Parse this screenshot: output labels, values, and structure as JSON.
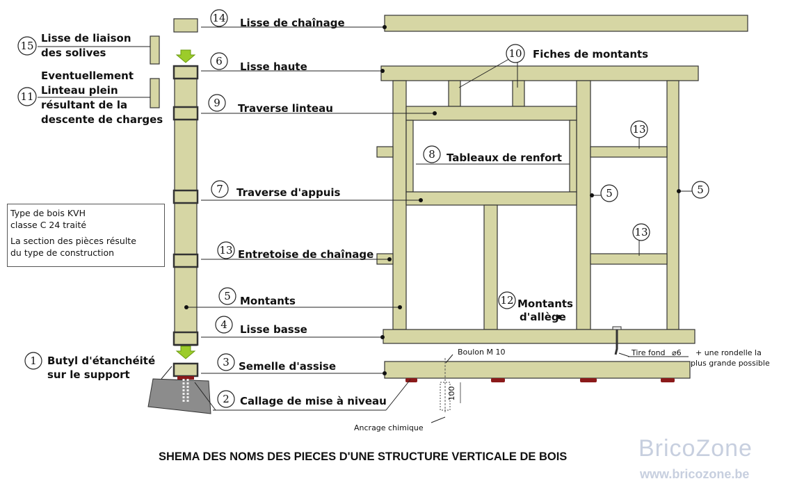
{
  "labels": {
    "l14": "Lisse de chaînage",
    "l15a": "Lisse de liaison",
    "l15b": "des solives",
    "l6": "Lisse haute",
    "l11a": "Eventuellement",
    "l11b": "Linteau plein",
    "l11c": "résultant de la",
    "l11d": "descente de charges",
    "l10": "Fiches de montants",
    "l9": "Traverse  linteau",
    "l8": "Tableaux de renfort",
    "l7": "Traverse d'appuis",
    "l13": "Entretoise de chaînage",
    "l5": "Montants",
    "l12a": "Montants",
    "l12b": "d'allège",
    "l4": "Lisse basse",
    "l3": "Semelle d'assise",
    "l1a": "Butyl d'étanchéité",
    "l1b": "sur le support",
    "l2": "Callage de mise à niveau",
    "boulon": "Boulon M 10",
    "tirefond_a": "Tire fond",
    "tirefond_phi": "⌀6",
    "tirefond_b": "+ une rondelle la",
    "tirefond_c": "plus grande possible",
    "ancrage": "Ancrage chimique",
    "dim100": "100"
  },
  "numbers": {
    "n1": "1",
    "n2": "2",
    "n3": "3",
    "n4": "4",
    "n5": "5",
    "n6": "6",
    "n7": "7",
    "n8": "8",
    "n9": "9",
    "n10": "10",
    "n11": "11",
    "n12": "12",
    "n13": "13",
    "n14": "14",
    "n15": "15"
  },
  "info": {
    "line1": "Type de bois KVH",
    "line2": "classe C 24 traité",
    "line3": "La section des pièces résulte",
    "line4": "du type de construction"
  },
  "title": "SHEMA DES NOMS DES PIECES D'UNE STRUCTURE VERTICALE  DE BOIS",
  "logo": {
    "name": "BricoZone",
    "url": "www.bricozone.be"
  },
  "colors": {
    "wood": "#d6d6a4",
    "arrow": "#9ccc2a",
    "shim": "#8b1a1a",
    "concrete": "#8c8c8c",
    "logo": "#c7cfdf"
  }
}
